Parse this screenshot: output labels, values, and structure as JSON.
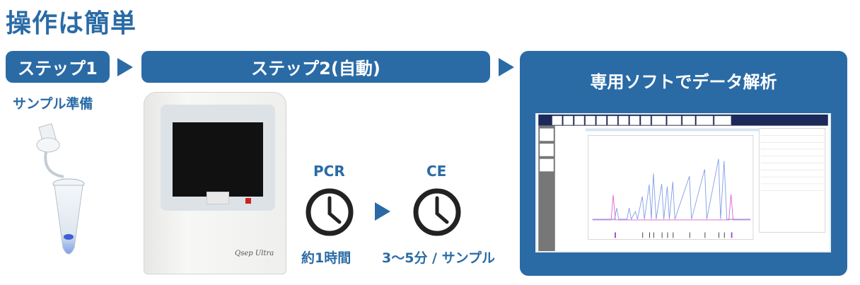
{
  "title": "操作は簡単",
  "step1": {
    "label": "ステップ1",
    "caption": "サンプル準備"
  },
  "step2": {
    "label": "ステップ2(自動)",
    "pcr": {
      "label": "PCR",
      "time": "約1時間"
    },
    "ce": {
      "label": "CE",
      "time": "3～5分 / サンプル"
    },
    "instrument_logo": "Qsep Ultra"
  },
  "step3": {
    "label": "専用ソフトでデータ解析"
  },
  "colors": {
    "accent": "#2a6ba6"
  }
}
